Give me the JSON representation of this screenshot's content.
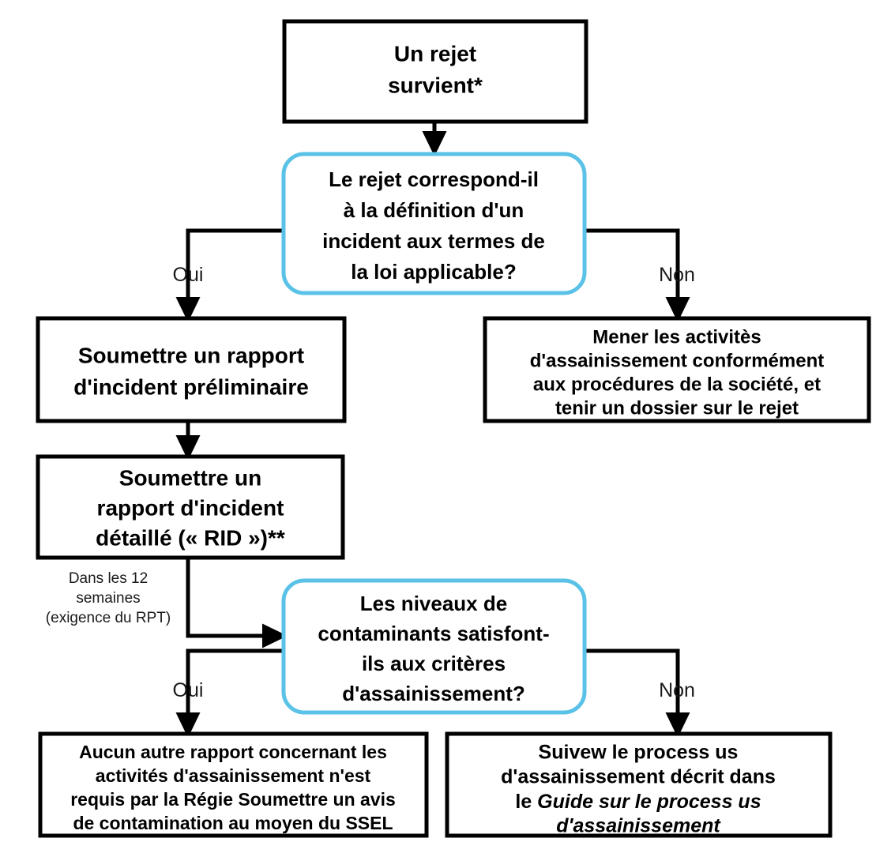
{
  "diagram": {
    "type": "flowchart",
    "language": "fr",
    "colors": {
      "decision_border": "#5BC2E7",
      "process_border": "#000000",
      "connector": "#000000",
      "background": "#FFFFFF",
      "text": "#000000"
    },
    "nodes": {
      "start": {
        "shape": "rectangle",
        "lines": [
          "Un rejet",
          "survient*"
        ]
      },
      "decision1": {
        "shape": "rounded-rectangle",
        "lines": [
          "Le rejet correspond-il",
          "à la définition d'un",
          "incident aux termes de",
          "la loi applicable?"
        ]
      },
      "preliminary_report": {
        "shape": "rectangle",
        "lines": [
          "Soumettre un rapport",
          "d'incident préliminaire"
        ]
      },
      "no_incident": {
        "shape": "rectangle",
        "lines": [
          "Mener les activitès",
          "d'assainissement conformément",
          "aux procédures de la société, et",
          "tenir un dossier sur le rejet"
        ]
      },
      "detailed_report": {
        "shape": "rectangle",
        "lines": [
          "Soumettre un",
          "rapport d'incident",
          "détaillé (« RID »)**"
        ]
      },
      "decision2": {
        "shape": "rounded-rectangle",
        "lines": [
          "Les niveaux de",
          "contaminants satisfont-",
          "ils aux critères",
          "d'assainissement?"
        ]
      },
      "no_further_report": {
        "shape": "rectangle",
        "lines": [
          "Aucun autre rapport concernant les",
          "activités d'assainissement n'est",
          "requis par la Régie Soumettre un avis",
          "de contamination au moyen du SSEL"
        ]
      },
      "follow_guide": {
        "shape": "rectangle",
        "lines": [
          {
            "text": "Suivew le process us",
            "italic": false
          },
          {
            "text": "d'assainissement décrit dans",
            "italic": false
          },
          {
            "prefix": "le ",
            "text": "Guide sur le process us",
            "italic": true
          },
          {
            "text": "d'assainissement",
            "italic": true
          }
        ]
      }
    },
    "edge_labels": {
      "decision1_yes": "Oui",
      "decision1_no": "Non",
      "decision2_yes": "Oui",
      "decision2_no": "Non"
    },
    "annotations": {
      "timeline_note": [
        "Dans les 12",
        "semaines",
        "(exigence du RPT)"
      ]
    }
  }
}
